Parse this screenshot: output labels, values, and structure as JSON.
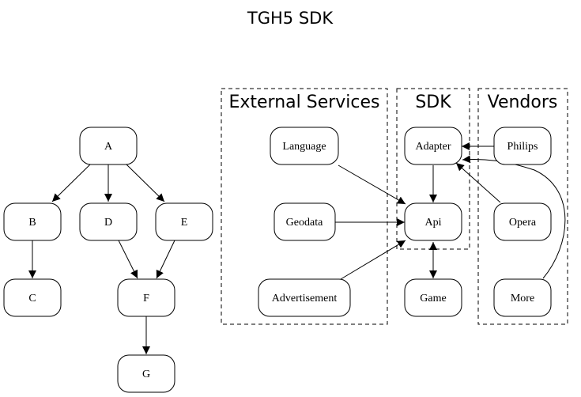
{
  "title": "TGH5 SDK",
  "clusters": {
    "external": {
      "label": "External Services"
    },
    "sdk": {
      "label": "SDK"
    },
    "vendors": {
      "label": "Vendors"
    }
  },
  "nodes": {
    "A": "A",
    "B": "B",
    "C": "C",
    "D": "D",
    "E": "E",
    "F": "F",
    "G": "G",
    "language": "Language",
    "geodata": "Geodata",
    "advertisement": "Advertisement",
    "adapter": "Adapter",
    "api": "Api",
    "game": "Game",
    "philips": "Philips",
    "opera": "Opera",
    "more": "More"
  },
  "edges": [
    {
      "from": "A",
      "to": "B"
    },
    {
      "from": "A",
      "to": "D"
    },
    {
      "from": "A",
      "to": "E"
    },
    {
      "from": "B",
      "to": "C"
    },
    {
      "from": "D",
      "to": "F"
    },
    {
      "from": "E",
      "to": "F"
    },
    {
      "from": "F",
      "to": "G"
    },
    {
      "from": "Language",
      "to": "Api"
    },
    {
      "from": "Geodata",
      "to": "Api"
    },
    {
      "from": "Advertisement",
      "to": "Api"
    },
    {
      "from": "Adapter",
      "to": "Api"
    },
    {
      "from": "Api",
      "to": "Game",
      "bidirectional": true
    },
    {
      "from": "Philips",
      "to": "Adapter"
    },
    {
      "from": "Opera",
      "to": "Adapter"
    },
    {
      "from": "More",
      "to": "Adapter"
    }
  ]
}
